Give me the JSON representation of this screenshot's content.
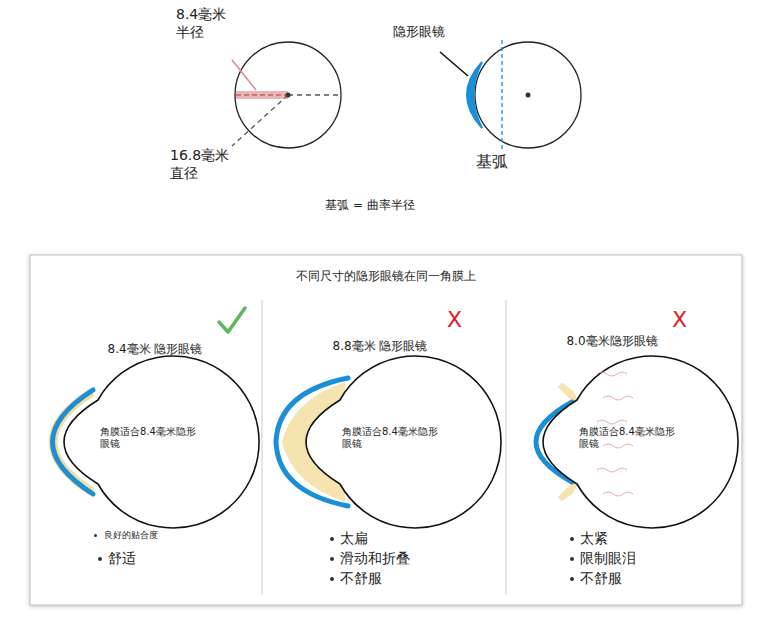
{
  "diagram": {
    "caption": "基弧 = 曲率半径",
    "nodes": [
      {
        "text": [
          "不同尺寸的隐形眼镜在同一角膜上"
        ]
      },
      {
        "text": [
          "角膜适合8.4毫米隐形眼镜"
        ],
        "in": 0
      },
      {
        "text": [
          "角膜适合8.4毫米隐形眼镜"
        ],
        "in": 0
      },
      {
        "text": [
          "角膜适合8.4毫米隐形眼镜"
        ],
        "in": 0
      }
    ],
    "labels": [
      "8.4毫米 半径",
      "16.8毫米 直径",
      "隐形眼镜",
      "基弧",
      "8.4毫米 隐形眼镜",
      "8.8毫米 隐形眼镜",
      "8.0毫米隐形眼镜",
      "X",
      "X",
      "良好的贴合度",
      "舒适",
      "太扁",
      "滑动和折叠",
      "不舒服",
      "太紧",
      "限制眼泪",
      "不舒服"
    ]
  }
}
